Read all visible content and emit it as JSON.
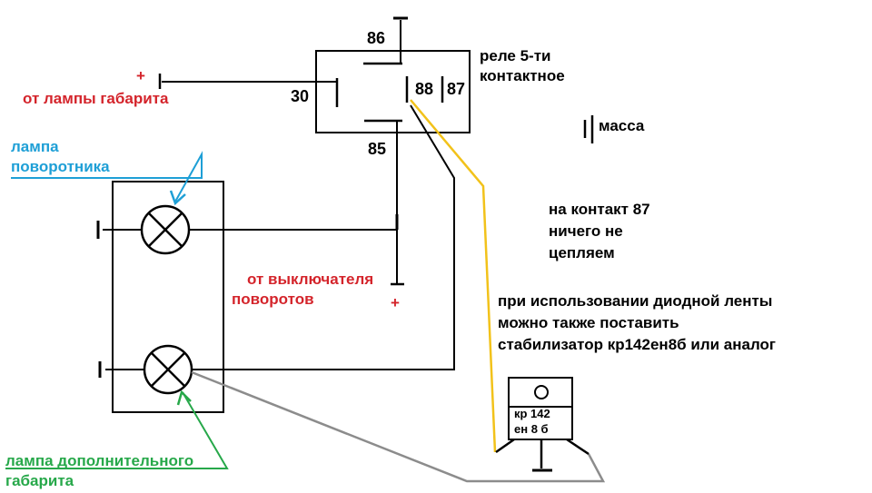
{
  "relay": {
    "pin_86": "86",
    "pin_30": "30",
    "pin_88": "88",
    "pin_87": "87",
    "pin_85": "85",
    "title_line1": "реле 5-ти",
    "title_line2": "контактное"
  },
  "labels": {
    "plus_top": "+",
    "from_marker_lamp": "от лампы габарита",
    "ground": "масса",
    "turn_lamp_line1": "лампа",
    "turn_lamp_line2": "поворотника",
    "from_switch_line1": "от выключателя",
    "from_switch_line2": "поворотов",
    "plus_switch": "+",
    "note87_line1": "на контакт 87",
    "note87_line2": "ничего не",
    "note87_line3": "цепляем",
    "diode_note_line1": "при использовании диодной ленты",
    "diode_note_line2": "можно также поставить",
    "diode_note_line3": "стабилизатор кр142ен8б или аналог",
    "aux_lamp_line1": "лампа дополнительного",
    "aux_lamp_line2": "габарита"
  },
  "stabilizer": {
    "line1": "кр 142",
    "line2": "ен 8 б"
  },
  "colors": {
    "wire": "#000000",
    "yellow_wire": "#f2c21a",
    "gray_wire": "#8c8c8c",
    "red_text": "#d4242b",
    "blue_text": "#1e9fd6",
    "green_text": "#27a84a"
  }
}
